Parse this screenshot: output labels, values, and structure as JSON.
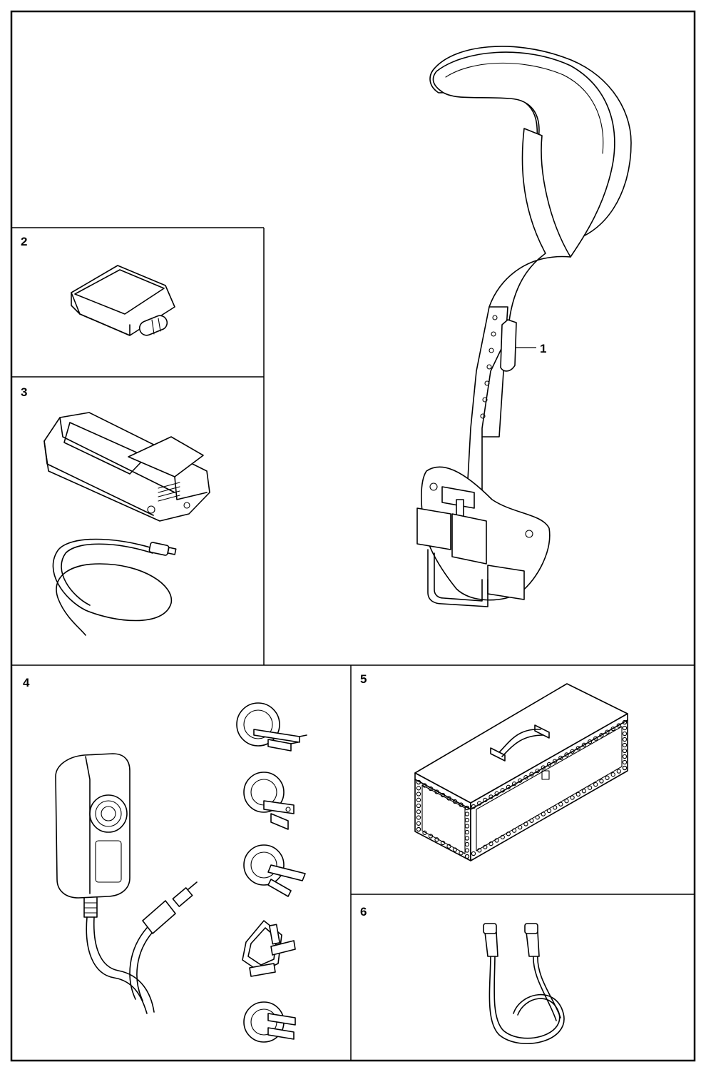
{
  "parts": [
    {
      "id": "part-1",
      "number": "1",
      "depicts": "harness-strap-with-carrier"
    },
    {
      "id": "part-2",
      "number": "2",
      "depicts": "battery-pack"
    },
    {
      "id": "part-3",
      "number": "3",
      "depicts": "battery-charger-with-cable"
    },
    {
      "id": "part-4",
      "number": "4",
      "depicts": "power-adapter-with-plug-set"
    },
    {
      "id": "part-5",
      "number": "5",
      "depicts": "storage-box"
    },
    {
      "id": "part-6",
      "number": "6",
      "depicts": "extension-cable"
    }
  ],
  "colors": {
    "line": "#000000",
    "background": "#ffffff"
  }
}
